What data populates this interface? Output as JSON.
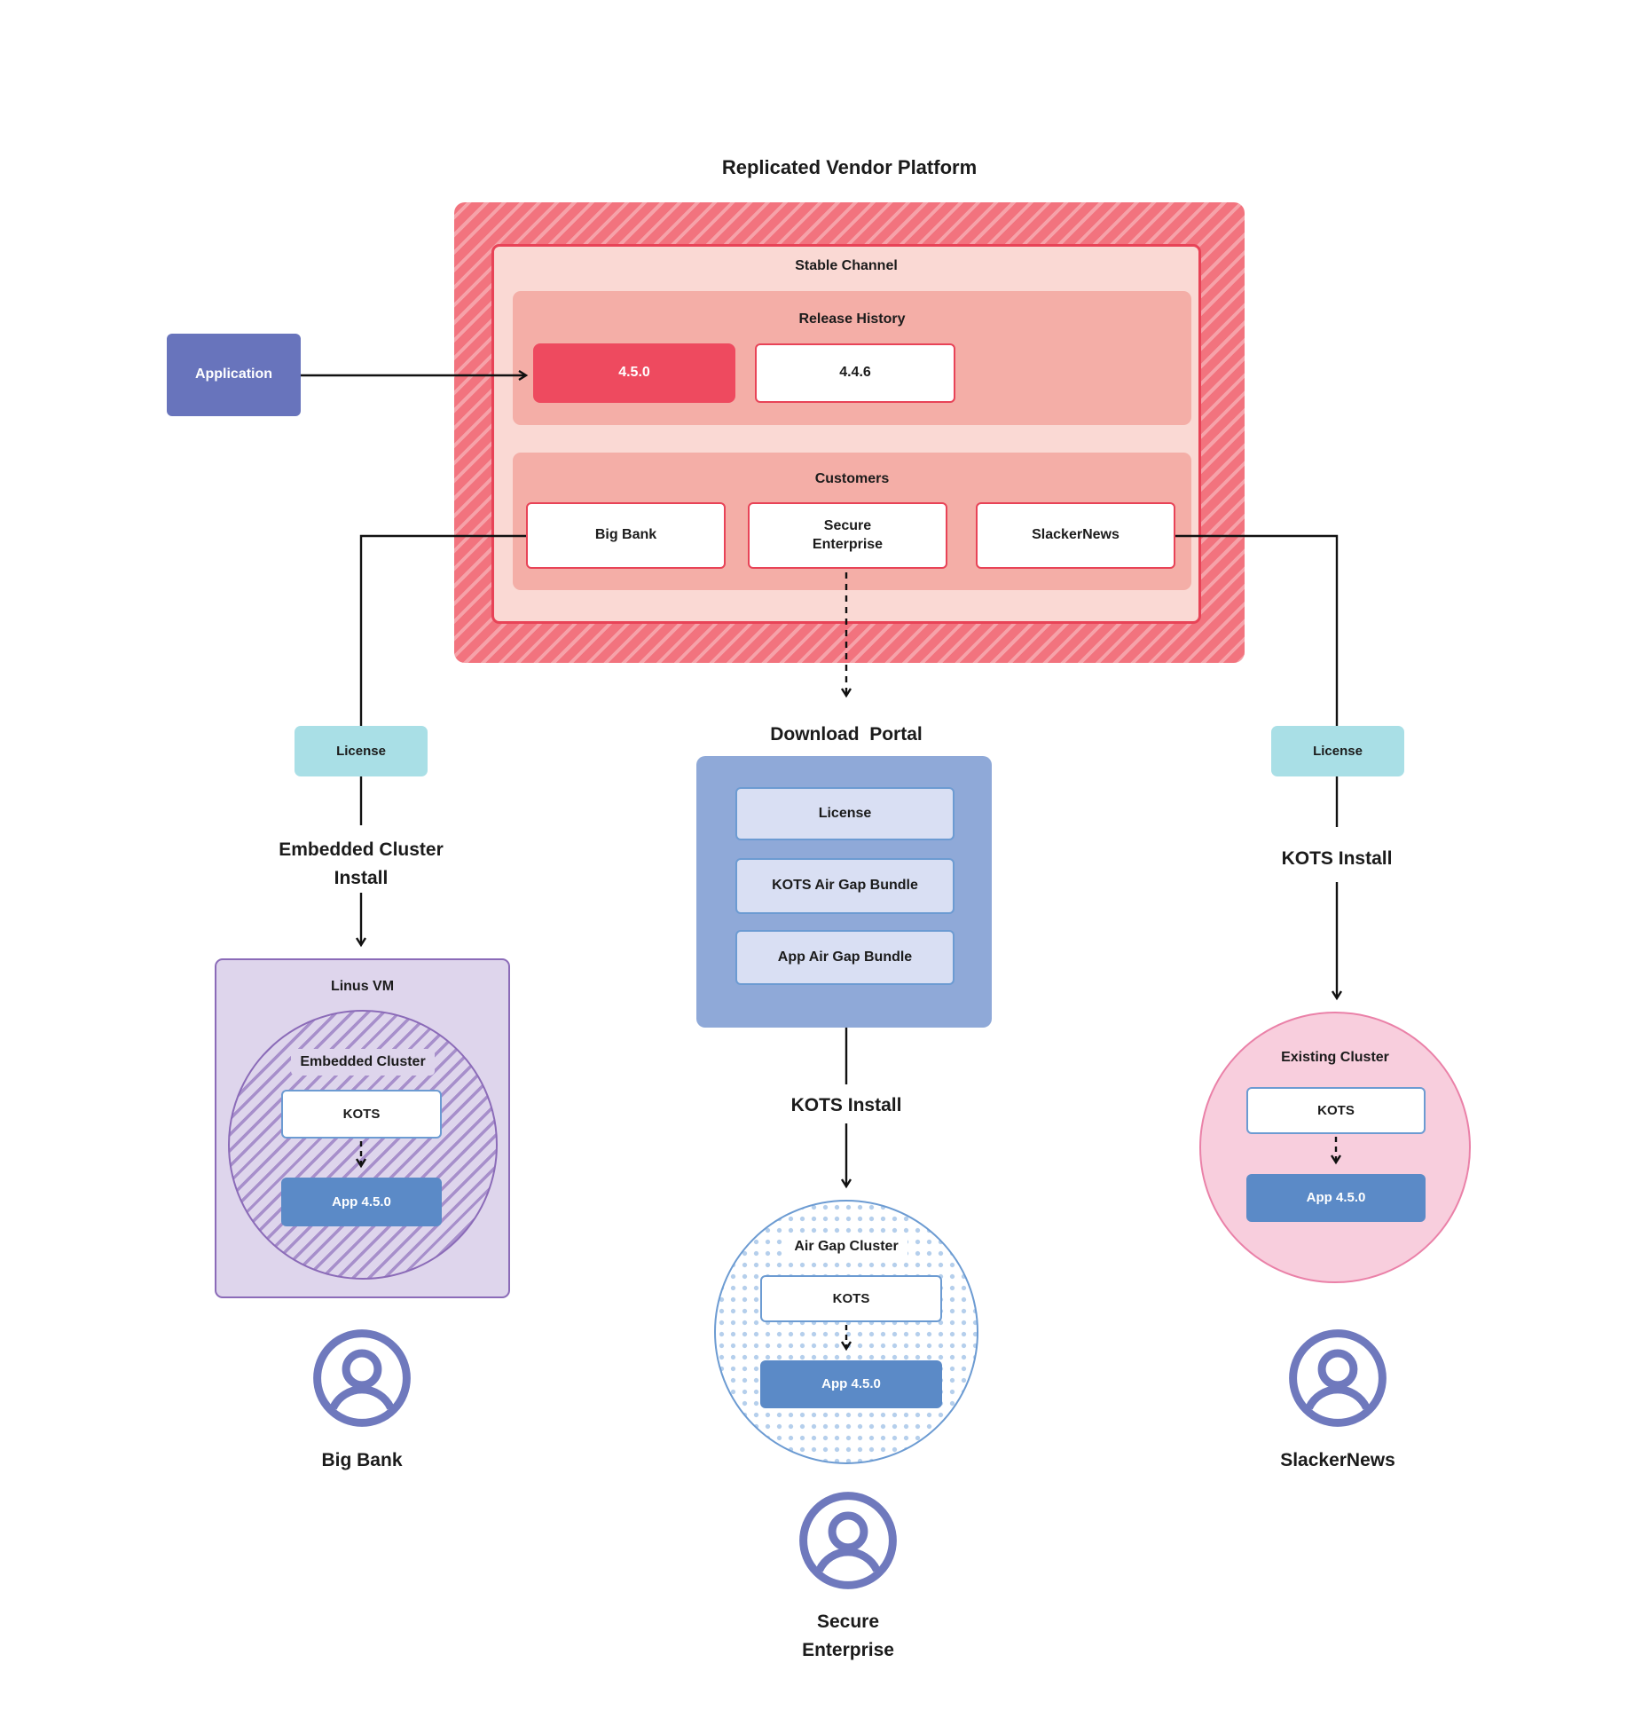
{
  "title": "Replicated Vendor Platform",
  "colors": {
    "platform_hatch_red": "#f2737e",
    "platform_hatch_light": "#f6a2a9",
    "channel_fill": "#fad9d4",
    "channel_border": "#e84357",
    "band_fill": "#f4aea7",
    "current_release_fill": "#ee4a5f",
    "application_purple": "#6874bc",
    "license_teal": "#a9dfe6",
    "vm_lavender": "#ded5ec",
    "vm_border_purple": "#8b6bb8",
    "kots_border_blue": "#6c9bd2",
    "app_blue": "#5b8ac7",
    "portal_blue": "#8fa9d8",
    "portal_item_fill": "#d9dff3",
    "existing_cluster_pink": "#f8cedd",
    "existing_cluster_border": "#ea81a8",
    "person_icon_purple": "#6f79bd",
    "connector_black": "#111111"
  },
  "application_label": "Application",
  "platform": {
    "stable_channel_label": "Stable Channel",
    "release_history_label": "Release History",
    "releases": [
      {
        "version": "4.5.0",
        "current": true
      },
      {
        "version": "4.4.6",
        "current": false
      }
    ],
    "customers_label": "Customers",
    "customers": [
      {
        "name": "Big Bank"
      },
      {
        "name": "Secure\nEnterprise"
      },
      {
        "name": "SlackerNews"
      }
    ]
  },
  "download_portal": {
    "title": "Download  Portal",
    "items": [
      {
        "label": "License"
      },
      {
        "label": "KOTS Air Gap Bundle"
      },
      {
        "label": "App Air Gap Bundle"
      }
    ]
  },
  "left_flow": {
    "license": "License",
    "install_method": "Embedded Cluster\nInstall",
    "vm_label": "Linus VM",
    "cluster_label": "Embedded Cluster",
    "kots": "KOTS",
    "app": "App 4.5.0",
    "customer": "Big Bank",
    "customer_icon": "person-circle"
  },
  "middle_flow": {
    "install_method": "KOTS Install",
    "cluster_label": "Air Gap Cluster",
    "kots": "KOTS",
    "app": "App 4.5.0",
    "customer": "Secure\nEnterprise",
    "customer_icon": "person-circle"
  },
  "right_flow": {
    "license": "License",
    "install_method": "KOTS Install",
    "cluster_label": "Existing Cluster",
    "kots": "KOTS",
    "app": "App 4.5.0",
    "customer": "SlackerNews",
    "customer_icon": "person-circle"
  }
}
